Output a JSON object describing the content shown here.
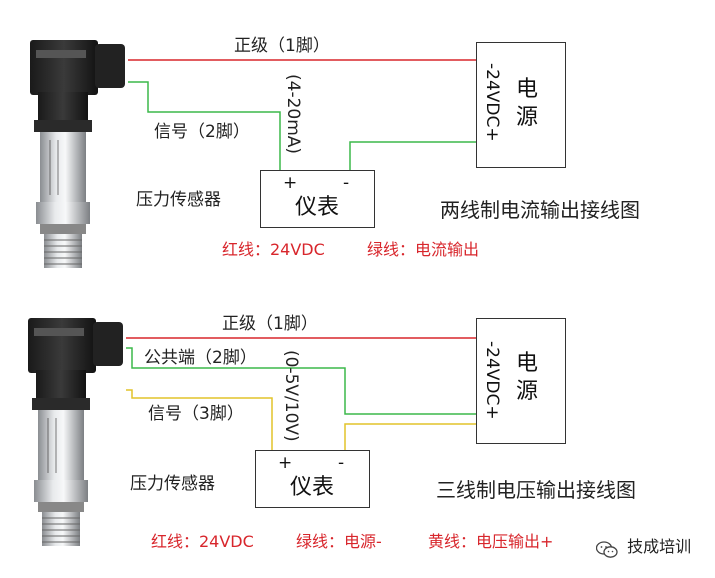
{
  "colors": {
    "red_wire": "#d8262c",
    "green_wire": "#3cb94a",
    "yellow_wire": "#e2c42a"
  },
  "top": {
    "pin1": "正级（1脚）",
    "pin2": "信号（2脚）",
    "range": "(4-20mA)",
    "sensor": "压力传感器",
    "meter": "仪表",
    "meter_plus": "+",
    "meter_minus": "-",
    "psu_vert": "-24VDC+",
    "psu_title": "电源",
    "title": "两线制电流输出接线图",
    "legend_red": "红线：24VDC",
    "legend_green": "绿线：电流输出"
  },
  "bottom": {
    "pin1": "正级（1脚）",
    "pin2": "公共端（2脚）",
    "pin3": "信号（3脚）",
    "range": "(0-5V/10V)",
    "sensor": "压力传感器",
    "meter": "仪表",
    "meter_plus": "+",
    "meter_minus": "-",
    "psu_vert": "-24VDC+",
    "psu_title": "电源",
    "title": "三线制电压输出接线图",
    "legend_red": "红线：24VDC",
    "legend_green": "绿线：电源-",
    "legend_yellow": "黄线：电压输出+"
  },
  "watermark": "技成培训",
  "icons": {
    "watermark": "wechat-icon"
  }
}
